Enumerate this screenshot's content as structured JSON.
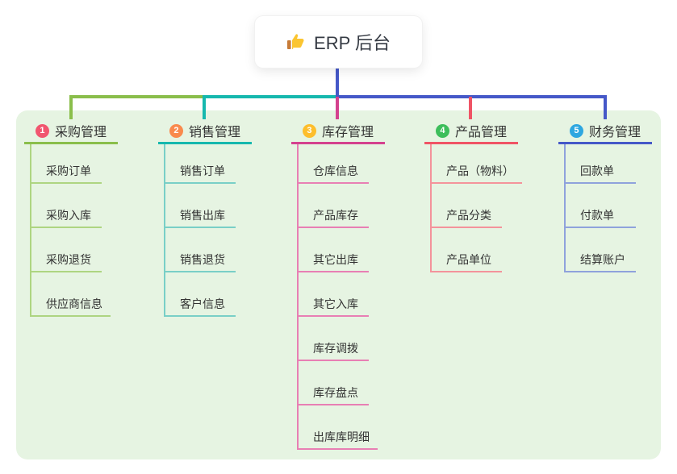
{
  "root": {
    "title": "ERP 后台",
    "icon": "thumbs-up"
  },
  "colors": {
    "panel_bg": "#e6f4e2",
    "root_connector": "#4558c8",
    "text": "#333333"
  },
  "branches": [
    {
      "id": 1,
      "label": "采购管理",
      "line_color": "#8abe4b",
      "child_line_color": "#aed581",
      "badge_color": "#f1566f",
      "children": [
        "采购订单",
        "采购入库",
        "采购退货",
        "供应商信息"
      ]
    },
    {
      "id": 2,
      "label": "销售管理",
      "line_color": "#16b8ae",
      "child_line_color": "#79cfc7",
      "badge_color": "#f98a4d",
      "children": [
        "销售订单",
        "销售出库",
        "销售退货",
        "客户信息"
      ]
    },
    {
      "id": 3,
      "label": "库存管理",
      "line_color": "#d4418e",
      "child_line_color": "#e87fb4",
      "badge_color": "#fdbe2c",
      "children": [
        "仓库信息",
        "产品库存",
        "其它出库",
        "其它入库",
        "库存调拨",
        "库存盘点",
        "出库库明细"
      ]
    },
    {
      "id": 4,
      "label": "产品管理",
      "line_color": "#ef5465",
      "child_line_color": "#f4939b",
      "badge_color": "#3dbe5b",
      "children": [
        "产品（物料）",
        "产品分类",
        "产品单位"
      ]
    },
    {
      "id": 5,
      "label": "财务管理",
      "line_color": "#4558c8",
      "child_line_color": "#8fa2dc",
      "badge_color": "#2ea7e0",
      "children": [
        "回款单",
        "付款单",
        "结算账户"
      ]
    }
  ]
}
